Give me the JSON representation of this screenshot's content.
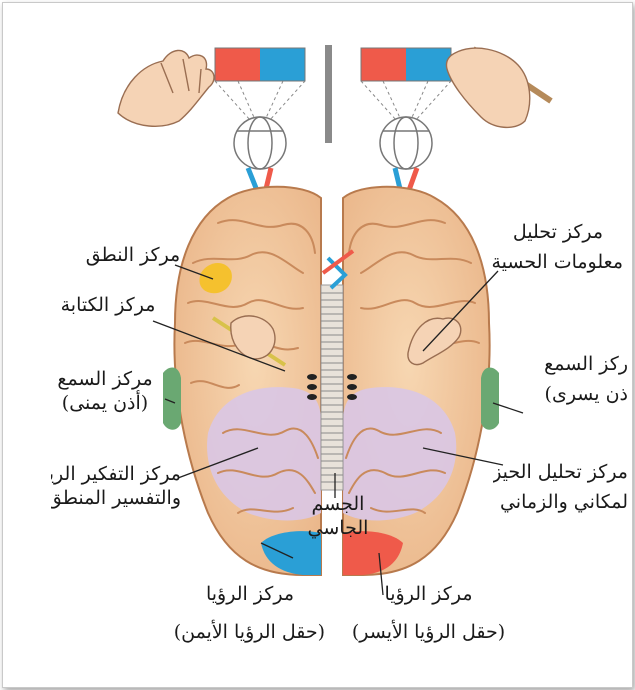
{
  "labels": {
    "speech_center": "مركز النطق",
    "writing_center": "مركز الكتابة",
    "hearing_right": {
      "line1": "مركز السمع",
      "line2": "(أذن يمنى)"
    },
    "math_thinking": {
      "line1": "مركز التفكير الريا",
      "line2": "والتفسير المنطق"
    },
    "visual_right": {
      "line1": "مركز الرؤيا",
      "line2": "(حقل الرؤيا الأيمن)"
    },
    "sensory_analysis": {
      "line1": "مركز تحليل",
      "line2": "معلومات الحسية"
    },
    "hearing_left": {
      "line1": "ركز السمع",
      "line2": "ذن يسرى)"
    },
    "spatial_temporal": {
      "line1": "مركز تحليل الحيز",
      "line2": "لمكاني والزماني"
    },
    "corpus_callosum": {
      "line1": "الجسم",
      "line2": "الجاسي"
    },
    "visual_left": {
      "line1": "مركز الرؤيا",
      "line2": "(حقل الرؤيا الأيسر)"
    }
  },
  "colors": {
    "brain": "#f2c9a0",
    "brain_shadow": "#d99b6c",
    "gyri": "#c98a5c",
    "red_field": "#ef5a4a",
    "blue_field": "#2a9fd6",
    "occipital_purple": "#d9c6e6",
    "speech_yellow": "#f5c12e",
    "hearing_green": "#6aa872"
  }
}
